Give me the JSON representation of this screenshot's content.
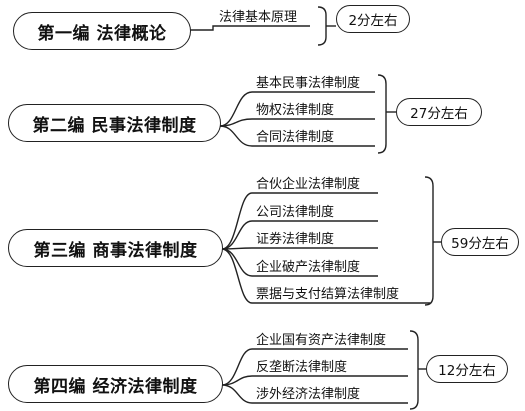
{
  "sections": [
    {
      "title": "第一编  法律概论",
      "topics": [
        "法律基本原理"
      ],
      "score": "2分左右"
    },
    {
      "title": "第二编  民事法律制度",
      "topics": [
        "基本民事法律制度",
        "物权法律制度",
        "合同法律制度"
      ],
      "score": "27分左右"
    },
    {
      "title": "第三编  商事法律制度",
      "topics": [
        "合伙企业法律制度",
        "公司法律制度",
        "证券法律制度",
        "企业破产法律制度",
        "票据与支付结算法律制度"
      ],
      "score": "59分左右"
    },
    {
      "title": "第四编  经济法律制度",
      "topics": [
        "企业国有资产法律制度",
        "反垄断法律制度",
        "涉外经济法律制度"
      ],
      "score": "12分左右"
    }
  ]
}
